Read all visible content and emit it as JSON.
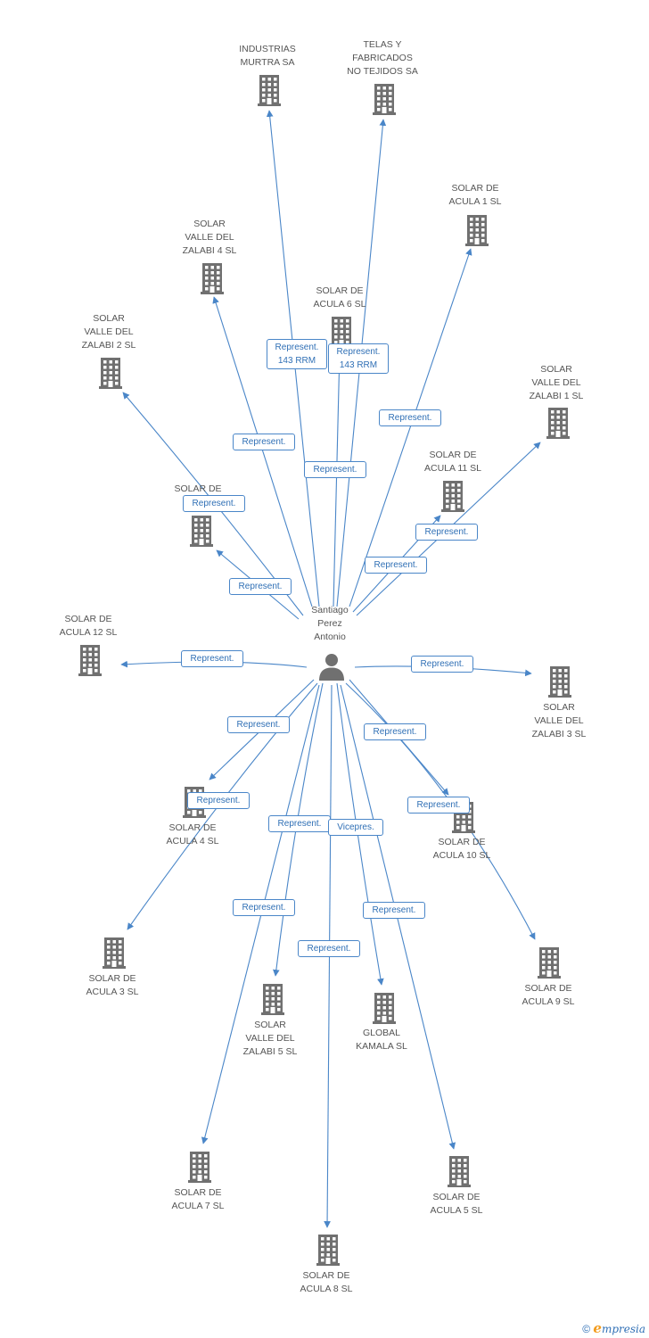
{
  "colors": {
    "edge": "#4a86c8",
    "node_icon": "#707070",
    "label_text": "#555555"
  },
  "center": {
    "name_lines": [
      "Santiago",
      "Perez",
      "Antonio"
    ],
    "icon": "person-icon"
  },
  "nodes": [
    {
      "id": "industrias-murtra",
      "lines": [
        "INDUSTRIAS",
        "MURTRA SA"
      ]
    },
    {
      "id": "telas-fabricados",
      "lines": [
        "TELAS Y",
        "FABRICADOS",
        "NO TEJIDOS SA"
      ]
    },
    {
      "id": "acula-1",
      "lines": [
        "SOLAR DE",
        "ACULA 1 SL"
      ]
    },
    {
      "id": "zalabi-4",
      "lines": [
        "SOLAR",
        "VALLE DEL",
        "ZALABI 4 SL"
      ]
    },
    {
      "id": "acula-6",
      "lines": [
        "SOLAR DE",
        "ACULA 6 SL"
      ]
    },
    {
      "id": "zalabi-2",
      "lines": [
        "SOLAR",
        "VALLE DEL",
        "ZALABI 2 SL"
      ]
    },
    {
      "id": "zalabi-1",
      "lines": [
        "SOLAR",
        "VALLE DEL",
        "ZALABI 1 SL"
      ]
    },
    {
      "id": "acula-11",
      "lines": [
        "SOLAR DE",
        "ACULA 11 SL"
      ]
    },
    {
      "id": "acula-2",
      "lines": [
        "SOLAR DE",
        "AC"
      ]
    },
    {
      "id": "acula-12",
      "lines": [
        "SOLAR DE",
        "ACULA 12 SL"
      ]
    },
    {
      "id": "zalabi-3",
      "lines": [
        "SOLAR",
        "VALLE DEL",
        "ZALABI 3 SL"
      ]
    },
    {
      "id": "acula-4",
      "lines": [
        "SOLAR DE",
        "ACULA 4 SL"
      ]
    },
    {
      "id": "acula-10",
      "lines": [
        "SOLAR DE",
        "ACULA 10 SL"
      ]
    },
    {
      "id": "acula-3",
      "lines": [
        "SOLAR DE",
        "ACULA 3 SL"
      ]
    },
    {
      "id": "acula-9",
      "lines": [
        "SOLAR DE",
        "ACULA 9 SL"
      ]
    },
    {
      "id": "zalabi-5",
      "lines": [
        "SOLAR",
        "VALLE DEL",
        "ZALABI 5 SL"
      ]
    },
    {
      "id": "global-kamala",
      "lines": [
        "GLOBAL",
        "KAMALA SL"
      ]
    },
    {
      "id": "acula-7",
      "lines": [
        "SOLAR DE",
        "ACULA 7 SL"
      ]
    },
    {
      "id": "acula-5",
      "lines": [
        "SOLAR DE",
        "ACULA 5 SL"
      ]
    },
    {
      "id": "acula-8",
      "lines": [
        "SOLAR DE",
        "ACULA 8 SL"
      ]
    }
  ],
  "edges": [
    {
      "to": "industrias-murtra",
      "label": [
        "Represent.",
        "143 RRM"
      ]
    },
    {
      "to": "telas-fabricados",
      "label": [
        "Represent.",
        "143 RRM"
      ]
    },
    {
      "to": "acula-1",
      "label": [
        "Represent."
      ]
    },
    {
      "to": "zalabi-4",
      "label": [
        "Represent."
      ]
    },
    {
      "to": "acula-6",
      "label": [
        "Represent."
      ]
    },
    {
      "to": "zalabi-2",
      "label": [
        "Represent."
      ]
    },
    {
      "to": "zalabi-1",
      "label": [
        "Represent."
      ]
    },
    {
      "to": "acula-11",
      "label": [
        "Represent."
      ]
    },
    {
      "to": "acula-2",
      "label": [
        "Represent."
      ]
    },
    {
      "to": "acula-12",
      "label": [
        "Represent."
      ]
    },
    {
      "to": "zalabi-3",
      "label": [
        "Represent."
      ]
    },
    {
      "to": "acula-4",
      "label": [
        "Represent."
      ]
    },
    {
      "to": "acula-10",
      "label": [
        "Represent."
      ]
    },
    {
      "to": "acula-3",
      "label": [
        "Represent."
      ]
    },
    {
      "to": "acula-9",
      "label": [
        "Represent."
      ]
    },
    {
      "to": "zalabi-5",
      "label": [
        "Represent."
      ]
    },
    {
      "to": "global-kamala",
      "label": [
        "Vicepres."
      ]
    },
    {
      "to": "acula-7",
      "label": [
        "Represent."
      ]
    },
    {
      "to": "acula-5",
      "label": [
        "Represent."
      ]
    },
    {
      "to": "acula-8",
      "label": [
        "Represent."
      ]
    }
  ],
  "footer": {
    "copyright": "©",
    "brand_initial": "e",
    "brand_rest": "mpresia"
  }
}
